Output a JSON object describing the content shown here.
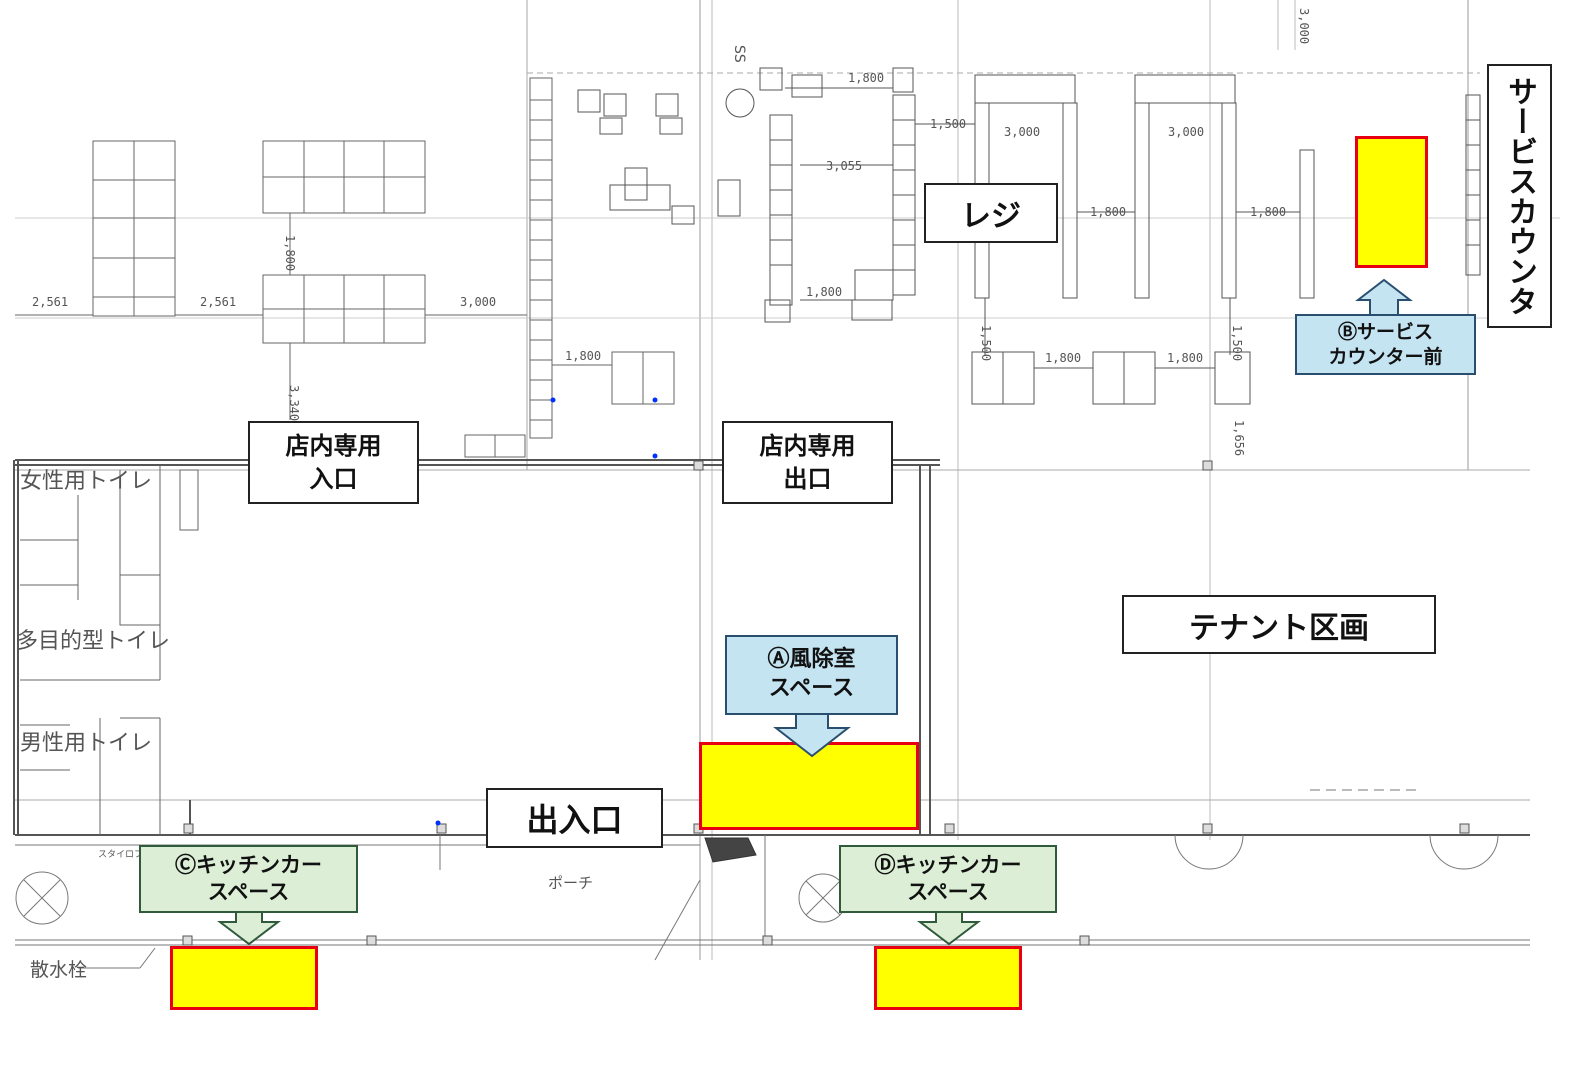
{
  "labels": {
    "register": "レジ",
    "service_counter": "サービスカウンタ",
    "b_service_front": "Ⓑサービス\nカウンター前",
    "entrance_only": "店内専用\n入口",
    "exit_only": "店内専用\n出口",
    "tenant": "テナント区画",
    "a_windbreak": "Ⓐ風除室\nスペース",
    "entrance_exit": "出入口",
    "c_kitchen_car": "Ⓒキッチンカー\nスペース",
    "d_kitchen_car": "Ⓓキッチンカー\nスペース"
  },
  "plan_text": {
    "female_toilet": "女性用トイレ",
    "multi_toilet": "多目的型トイレ",
    "male_toilet": "男性用トイレ",
    "porch": "ポーチ",
    "sprinkler": "散水栓",
    "styro": "スタイロフォーム",
    "ss": "SS"
  },
  "dimensions": [
    "2,561",
    "2,561",
    "3,000",
    "1,800",
    "3,340",
    "1,800",
    "1,800",
    "3,055",
    "1,800",
    "1,500",
    "3,000",
    "3,000",
    "1,800",
    "1,800",
    "1,500",
    "1,500",
    "1,800",
    "1,800",
    "1,656",
    "3,000"
  ],
  "colors": {
    "highlight_fill": "#ffff00",
    "highlight_border": "#e60012",
    "callout_blue": "#c5e4f2",
    "callout_green": "#dcefd6"
  }
}
